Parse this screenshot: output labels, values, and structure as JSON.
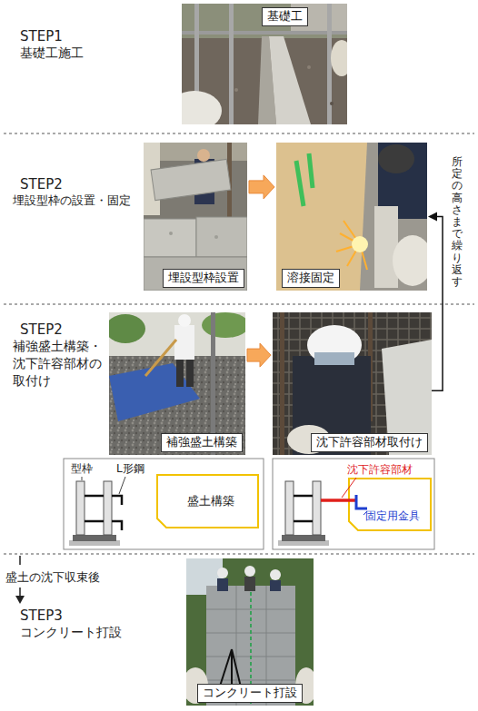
{
  "diagram": {
    "nodes": [
      {
        "text": [
          "基礎工"
        ]
      },
      {
        "text": [
          "埋設型枠設置"
        ]
      },
      {
        "text": [
          "溶接固定"
        ]
      },
      {
        "text": [
          "補強盛土構築"
        ]
      },
      {
        "text": [
          "沈下許容部材取付け"
        ]
      },
      {
        "text": [
          "盛土構築"
        ]
      },
      {
        "text": [
          "コンクリート打設"
        ]
      }
    ],
    "edges": [
      {
        "from": 1,
        "to": 2,
        "arrow": "to"
      },
      {
        "from": 3,
        "to": 4,
        "arrow": "to"
      },
      {
        "from": 4,
        "to": 2,
        "arrow": "to"
      }
    ],
    "labels": [
      "STEP1",
      "基礎工施工",
      "STEP2",
      "埋設型枠の設置・固定",
      "所定の高さまで繰り返す",
      "STEP2",
      "補強盛土構築・沈下許容部材の取付け",
      "型枠",
      "L形鋼",
      "沈下許容部材",
      "固定用金具",
      "盛土の沈下収束後",
      "STEP3",
      "コンクリート打設"
    ]
  }
}
